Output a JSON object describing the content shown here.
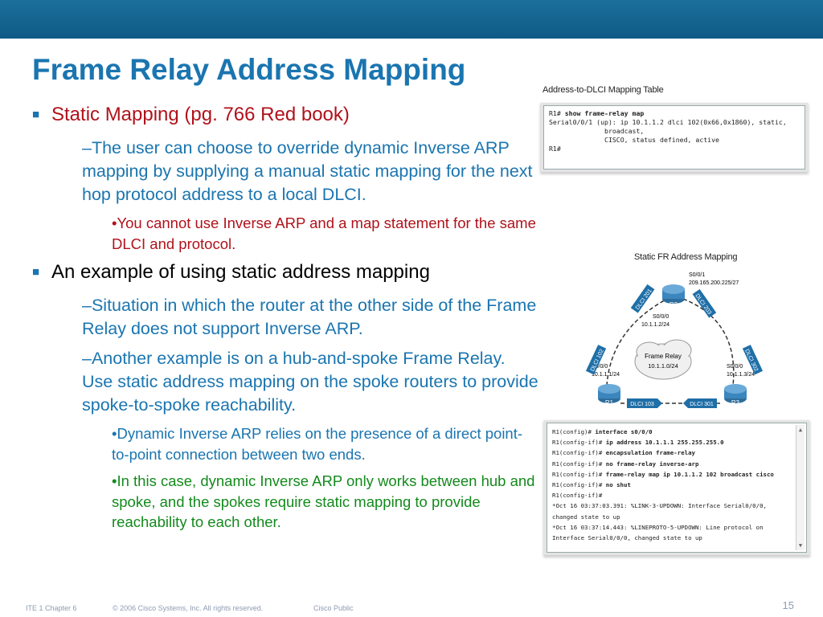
{
  "slide": {
    "title": "Frame Relay Address Mapping",
    "bullets": [
      {
        "text": "Static Mapping (pg. 766 Red book)",
        "subs": [
          {
            "text": "–The user can choose to override dynamic Inverse ARP mapping by supplying a manual static mapping for the next hop protocol address to a local DLCI."
          },
          {
            "text": "•You cannot use Inverse ARP and a map statement for the same DLCI and protocol."
          }
        ]
      },
      {
        "text": "An example of using static address mapping",
        "subs": [
          {
            "text": "–Situation in which the router at the other side of the Frame Relay does not support Inverse ARP."
          },
          {
            "text": "–Another example is on a hub-and-spoke Frame Relay. Use static address mapping on the spoke routers to provide spoke-to-spoke reachability."
          },
          {
            "text": "•Dynamic Inverse ARP relies on the presence of a direct point-to-point connection between two ends."
          },
          {
            "text": "•In this case, dynamic Inverse ARP only works between hub and spoke, and the spokes require static mapping to provide reachability to each other."
          }
        ]
      }
    ]
  },
  "mapping_table": {
    "title": "Address-to-DLCI Mapping Table",
    "lines": [
      {
        "prompt": "R1# ",
        "cmd": "show frame-relay map"
      },
      {
        "prompt": "Serial0/0/1 (up): ip 10.1.1.2 dlci 102(0x66,0x1860), static,",
        "cmd": ""
      },
      {
        "prompt": "              broadcast,",
        "cmd": ""
      },
      {
        "prompt": "              CISCO, status defined, active",
        "cmd": ""
      },
      {
        "prompt": "R1#",
        "cmd": ""
      }
    ]
  },
  "diagram": {
    "title": "Static FR Address Mapping",
    "r2_port": "S0/0/1",
    "r2_ip": "209.165.200.225/27",
    "r2_s000": "S0/0/0",
    "r2_s000_ip": "10.1.1.2/24",
    "cloud_label": "Frame Relay",
    "cloud_ip": "10.1.1.0/24",
    "r1_port": "S0/0/0",
    "r1_ip": "10.1.1.1/24",
    "r3_port": "S0/0/0",
    "r3_ip": "10.1.1.3/24",
    "r1": "R1",
    "r2": "R2",
    "r3": "R3",
    "dlci_201": "DLCI 201",
    "dlci_203": "DLCI 203",
    "dlci_102": "DLCI 102",
    "dlci_302": "DLCI 302",
    "dlci_103": "DLCI 103",
    "dlci_301": "DLCI 301"
  },
  "config_console": {
    "lines": [
      {
        "prompt": "R1(config)# ",
        "cmd": "interface s0/0/0"
      },
      {
        "prompt": "R1(config-if)# ",
        "cmd": "ip address 10.1.1.1 255.255.255.0"
      },
      {
        "prompt": "R1(config-if)# ",
        "cmd": "encapsulation frame-relay"
      },
      {
        "prompt": "R1(config-if)# ",
        "cmd": "no frame-relay inverse-arp"
      },
      {
        "prompt": "R1(config-if)# ",
        "cmd": "frame-relay map ip 10.1.1.2 102 broadcast cisco"
      },
      {
        "prompt": "R1(config-if)# ",
        "cmd": "no shut"
      },
      {
        "prompt": "R1(config-if)#",
        "cmd": ""
      },
      {
        "prompt": "*Oct 16 03:37:03.391: %LINK-3-UPDOWN: Interface Serial0/0/0,",
        "cmd": ""
      },
      {
        "prompt": "changed state to up",
        "cmd": ""
      },
      {
        "prompt": "*Oct 16 03:37:14.443: %LINEPROTO-5-UPDOWN: Line protocol on",
        "cmd": ""
      },
      {
        "prompt": "Interface Serial0/0/0, changed state to up",
        "cmd": ""
      }
    ]
  },
  "footer": {
    "course": "ITE 1 Chapter 6",
    "copyright": "© 2006 Cisco Systems, Inc. All rights reserved.",
    "classification": "Cisco Public",
    "page": "15"
  }
}
